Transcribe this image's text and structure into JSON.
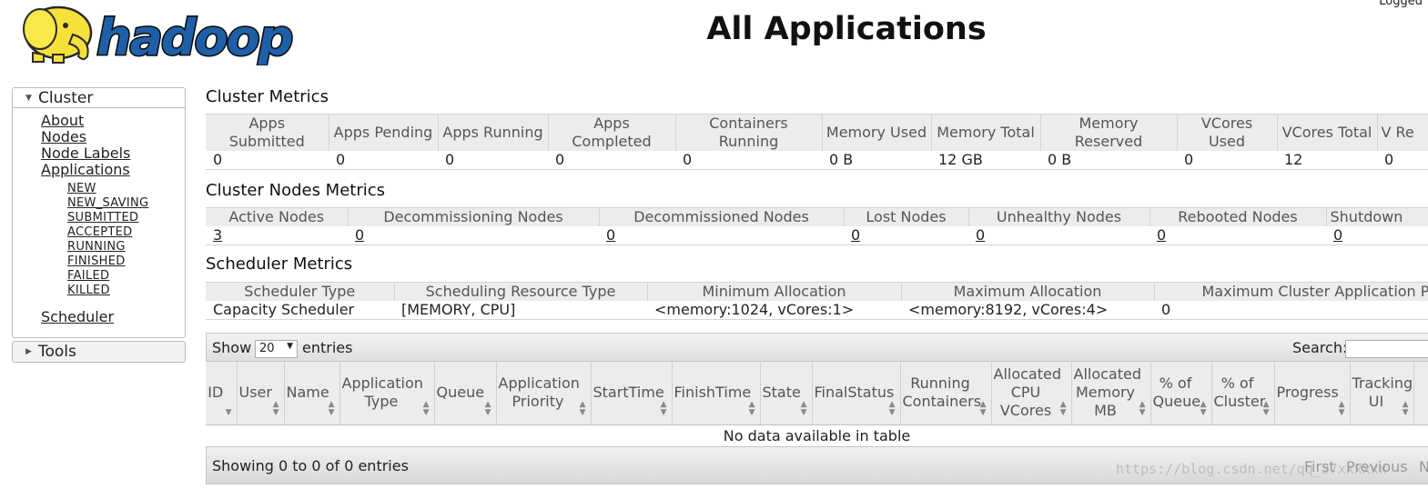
{
  "header": {
    "logo_text": "hadoop",
    "title": "All Applications",
    "logged_in": "Logged"
  },
  "sidebar": {
    "cluster": {
      "label": "Cluster",
      "links": [
        "About",
        "Nodes",
        "Node Labels",
        "Applications"
      ],
      "app_states": [
        "NEW",
        "NEW_SAVING",
        "SUBMITTED",
        "ACCEPTED",
        "RUNNING",
        "FINISHED",
        "FAILED",
        "KILLED"
      ],
      "scheduler": "Scheduler"
    },
    "tools": {
      "label": "Tools"
    }
  },
  "cluster_metrics": {
    "title": "Cluster Metrics",
    "headers": [
      "Apps Submitted",
      "Apps Pending",
      "Apps Running",
      "Apps Completed",
      "Containers Running",
      "Memory Used",
      "Memory Total",
      "Memory Reserved",
      "VCores Used",
      "VCores Total",
      "V Re"
    ],
    "values": [
      "0",
      "0",
      "0",
      "0",
      "0",
      "0 B",
      "12 GB",
      "0 B",
      "0",
      "12",
      "0"
    ]
  },
  "cluster_nodes_metrics": {
    "title": "Cluster Nodes Metrics",
    "headers": [
      "Active Nodes",
      "Decommissioning Nodes",
      "Decommissioned Nodes",
      "Lost Nodes",
      "Unhealthy Nodes",
      "Rebooted Nodes",
      "Shutdown"
    ],
    "values": [
      "3",
      "0",
      "0",
      "0",
      "0",
      "0",
      "0"
    ]
  },
  "scheduler_metrics": {
    "title": "Scheduler Metrics",
    "headers": [
      "Scheduler Type",
      "Scheduling Resource Type",
      "Minimum Allocation",
      "Maximum Allocation",
      "Maximum Cluster Application Pri"
    ],
    "values": [
      "Capacity Scheduler",
      "[MEMORY, CPU]",
      "<memory:1024, vCores:1>",
      "<memory:8192, vCores:4>",
      "0"
    ]
  },
  "apps_table": {
    "show_label": "Show",
    "page_length": "20",
    "entries_label": "entries",
    "search_label": "Search:",
    "columns": [
      "ID",
      "User",
      "Name",
      "Application Type",
      "Queue",
      "Application Priority",
      "StartTime",
      "FinishTime",
      "State",
      "FinalStatus",
      "Running Containers",
      "Allocated CPU VCores",
      "Allocated Memory MB",
      "% of Queue",
      "% of Cluster",
      "Progress",
      "Tracking UI",
      ""
    ],
    "empty_message": "No data available in table",
    "info": "Showing 0 to 0 of 0 entries",
    "pager": {
      "first": "First",
      "previous": "Previous",
      "next": "N"
    }
  },
  "watermark": "https://blog.csdn.net/qq_37xxxxxx"
}
